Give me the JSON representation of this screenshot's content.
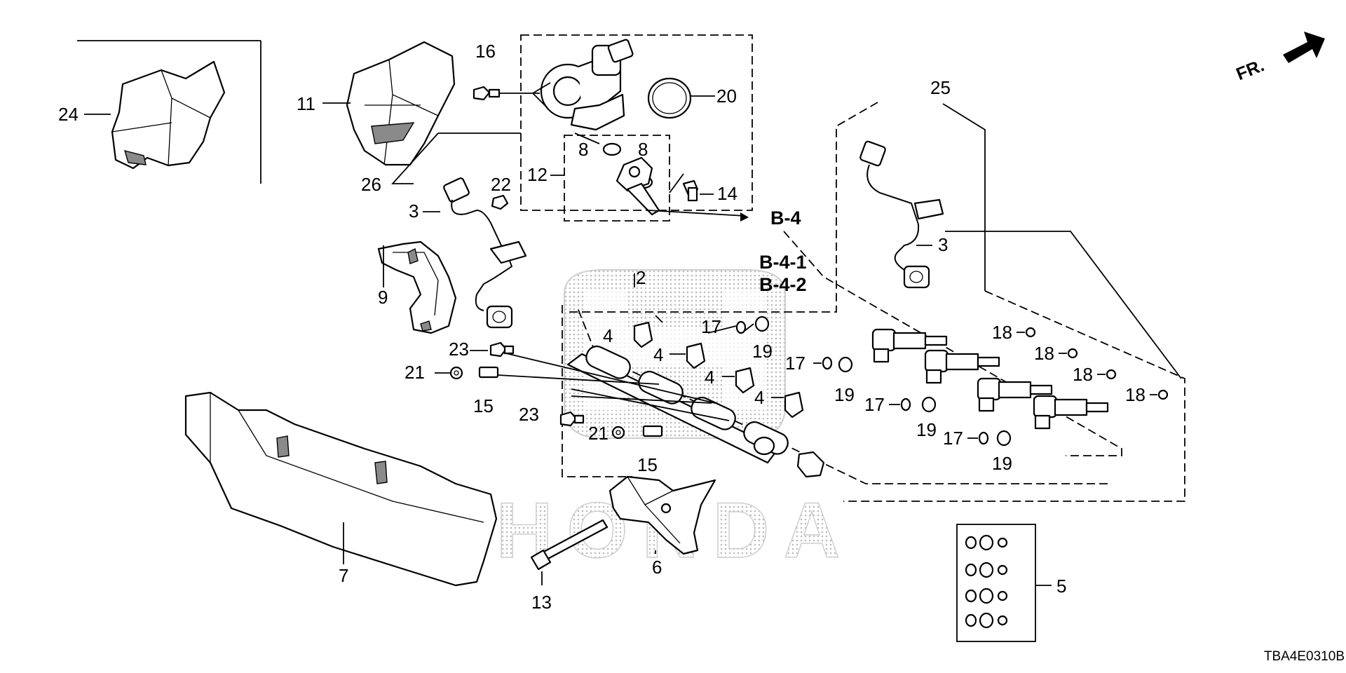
{
  "callouts": {
    "c2": "2",
    "c3a": "3",
    "c3b": "3",
    "c4a": "4",
    "c4b": "4",
    "c4c": "4",
    "c4d": "4",
    "c5": "5",
    "c6": "6",
    "c7": "7",
    "c8a": "8",
    "c8b": "8",
    "c9": "9",
    "c11": "11",
    "c12": "12",
    "c13": "13",
    "c14": "14",
    "c15a": "15",
    "c15b": "15",
    "c16": "16",
    "c17a": "17",
    "c17b": "17",
    "c17c": "17",
    "c17d": "17",
    "c18a": "18",
    "c18b": "18",
    "c18c": "18",
    "c18d": "18",
    "c19a": "19",
    "c19b": "19",
    "c19c": "19",
    "c19d": "19",
    "c20": "20",
    "c21a": "21",
    "c21b": "21",
    "c22": "22",
    "c23a": "23",
    "c23b": "23",
    "c24": "24",
    "c25": "25",
    "c26": "26"
  },
  "references": {
    "b4": "B-4",
    "b41": "B-4-1",
    "b42": "B-4-2"
  },
  "direction_label": "FR.",
  "diagram_code": "TBA4E0310B",
  "watermark": "HONDA",
  "colors": {
    "ink": "#000000",
    "paper": "#ffffff",
    "watermark": "#bdbdbd",
    "shade": "#8a8a8a"
  },
  "icons": {
    "direction": "forward-arrow-icon",
    "watermark": "honda-logo-watermark"
  }
}
